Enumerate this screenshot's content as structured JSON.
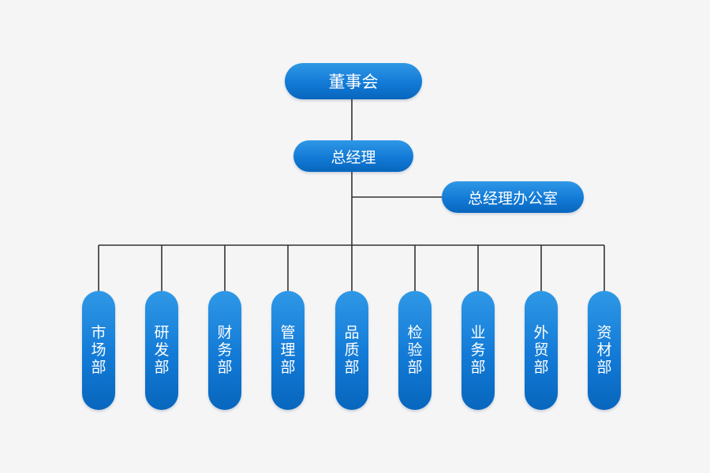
{
  "org": {
    "board": "董事会",
    "general_manager": "总经理",
    "gm_office": "总经理办公室",
    "departments": [
      "市场部",
      "研发部",
      "财务部",
      "管理部",
      "品质部",
      "检验部",
      "业务部",
      "外贸部",
      "资材部"
    ]
  },
  "colors": {
    "background": "#f5f5f6",
    "node_fill": "#127ad6",
    "node_text": "#ffffff",
    "connector": "#333333"
  }
}
